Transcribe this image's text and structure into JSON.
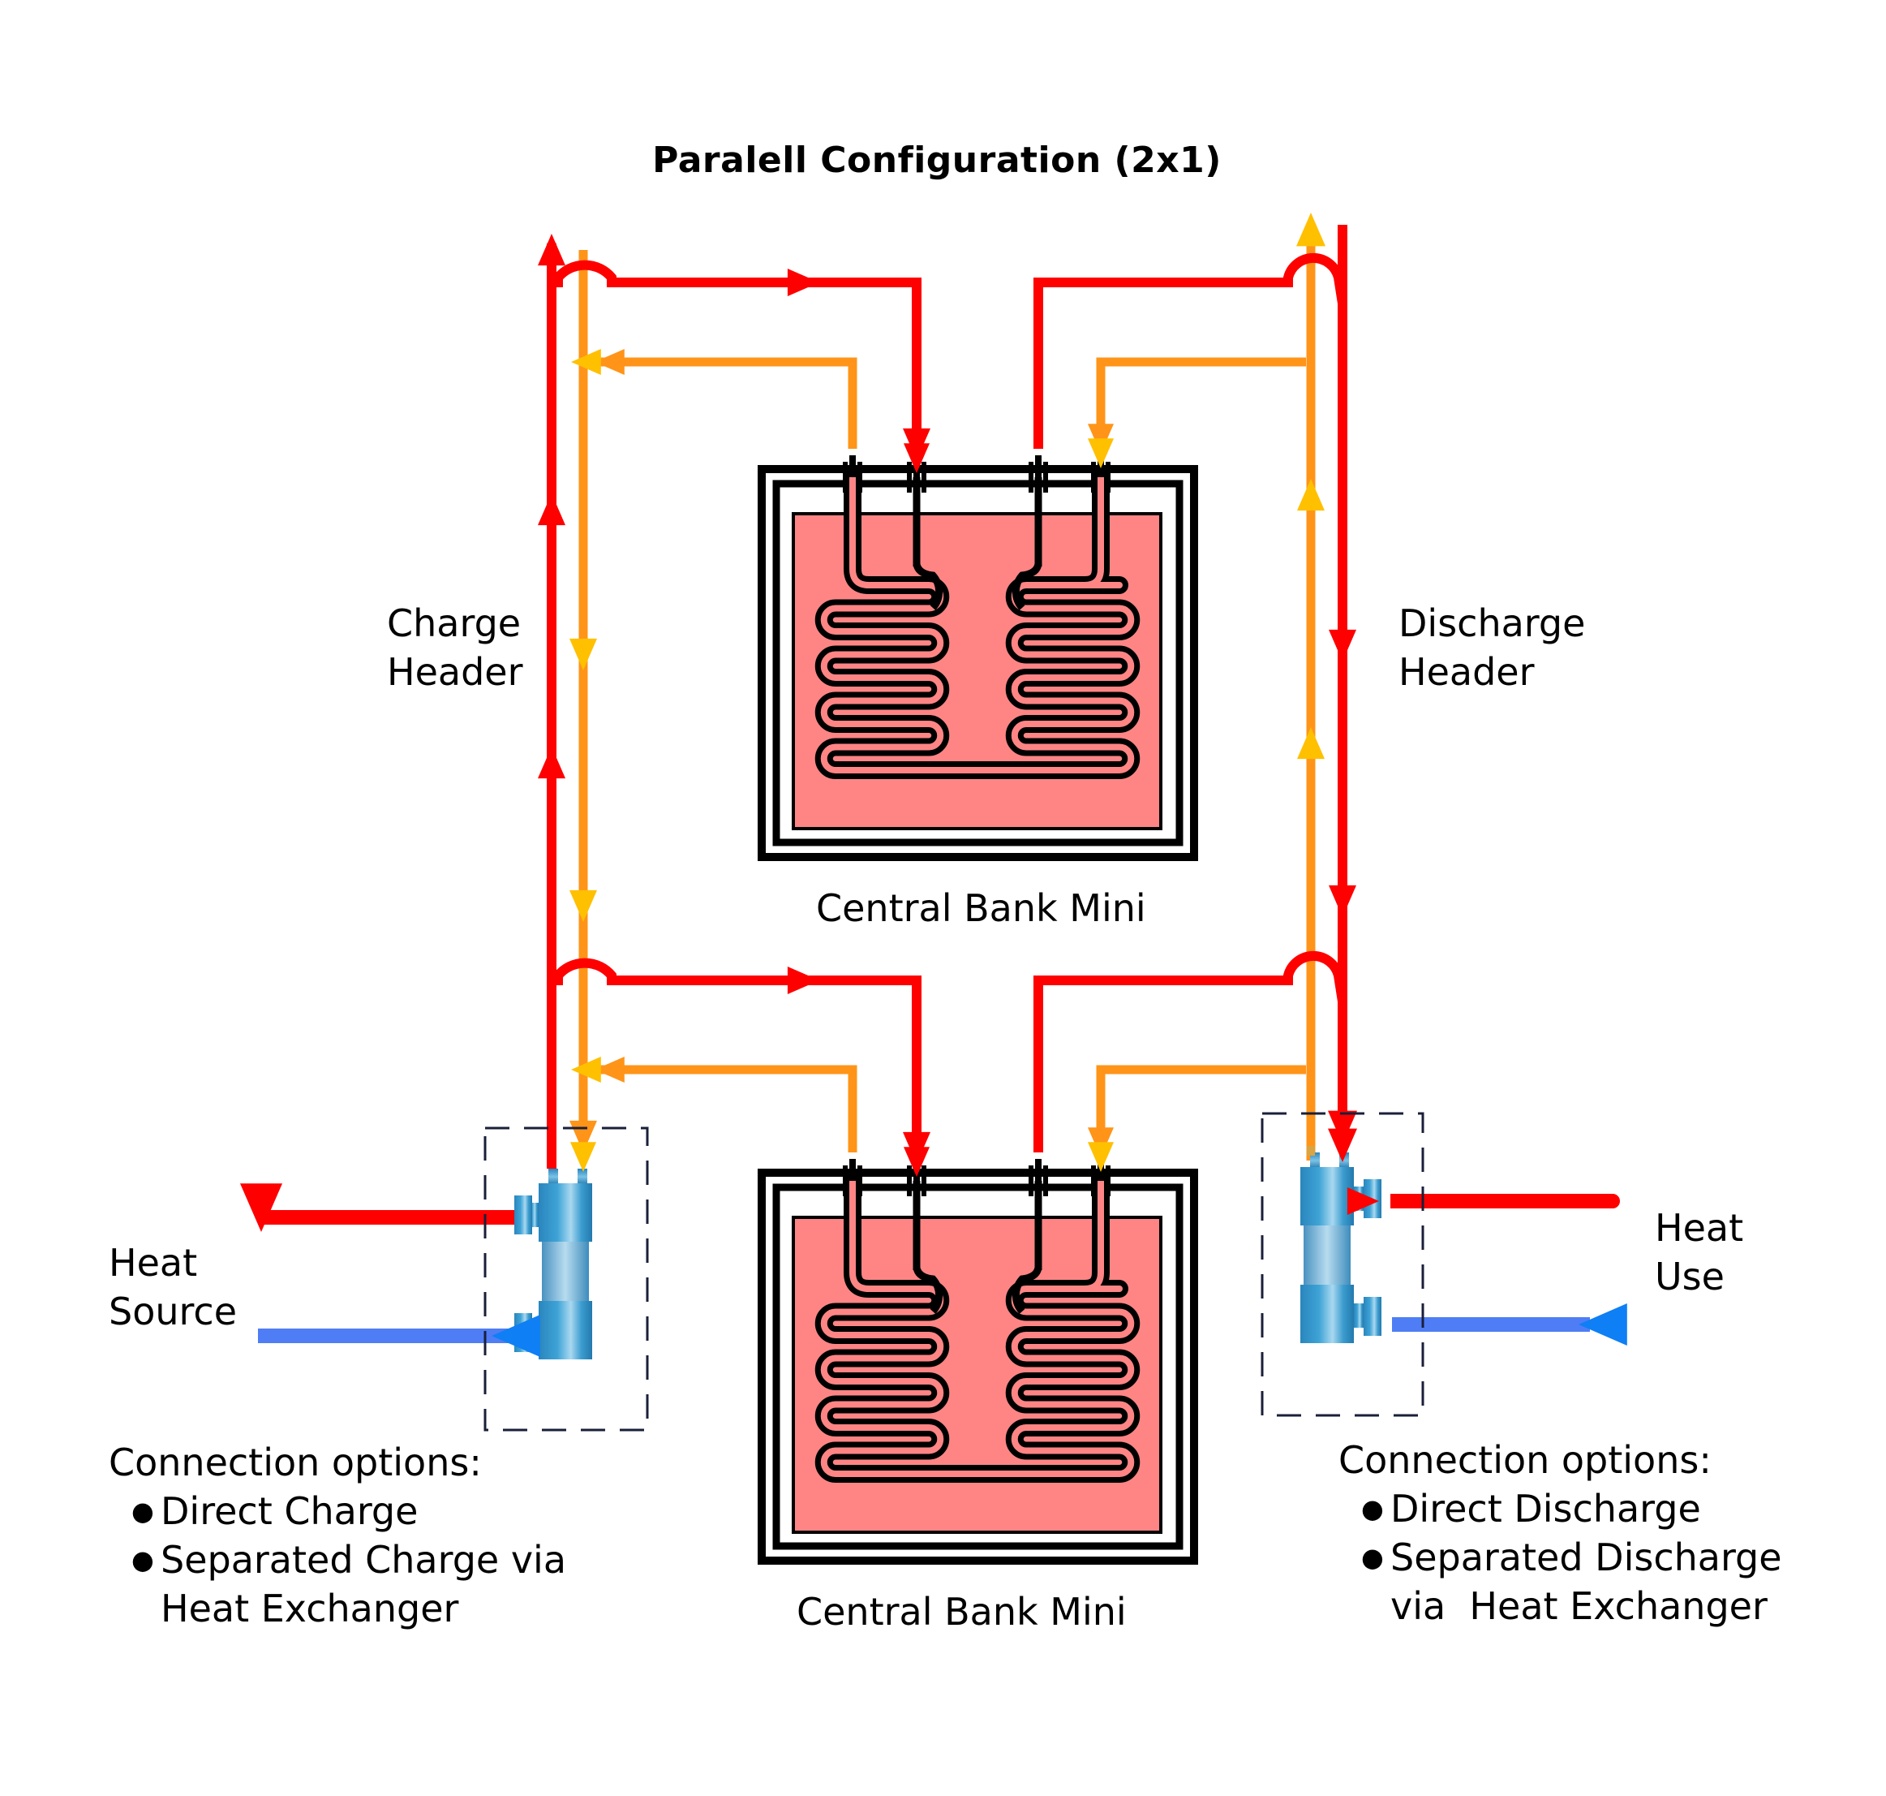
{
  "title": "Paralell Configuration (2x1)",
  "labels": {
    "charge_header": [
      "Charge",
      "Header"
    ],
    "discharge_header": [
      "Discharge",
      "Header"
    ],
    "heat_source": [
      "Heat",
      "Source"
    ],
    "heat_use": [
      "Heat",
      "Use"
    ],
    "bank_top": "Central Bank Mini",
    "bank_bottom": "Central Bank Mini"
  },
  "left_options": {
    "heading": "Connection options:",
    "items": [
      "Direct Charge",
      "Separated Charge via"
    ],
    "continuation": "Heat Exchanger"
  },
  "right_options": {
    "heading": "Connection options:",
    "items": [
      "Direct Discharge",
      "Separated Discharge"
    ],
    "continuation": "via  Heat Exchanger"
  },
  "colors": {
    "hot": "#ff0000",
    "warm_return": "#ff9418",
    "warm_arrow": "#ffc000",
    "cold": "#4f7df5",
    "cold_arrow": "#0f7ff5",
    "tank_fill": "#ff8585",
    "heat_exchanger": "#3aa0d0",
    "outline": "#000000",
    "dash_box": "#1a1f3a"
  },
  "components": {
    "banks": 2,
    "heat_exchangers": [
      "charge-side",
      "discharge-side"
    ]
  }
}
